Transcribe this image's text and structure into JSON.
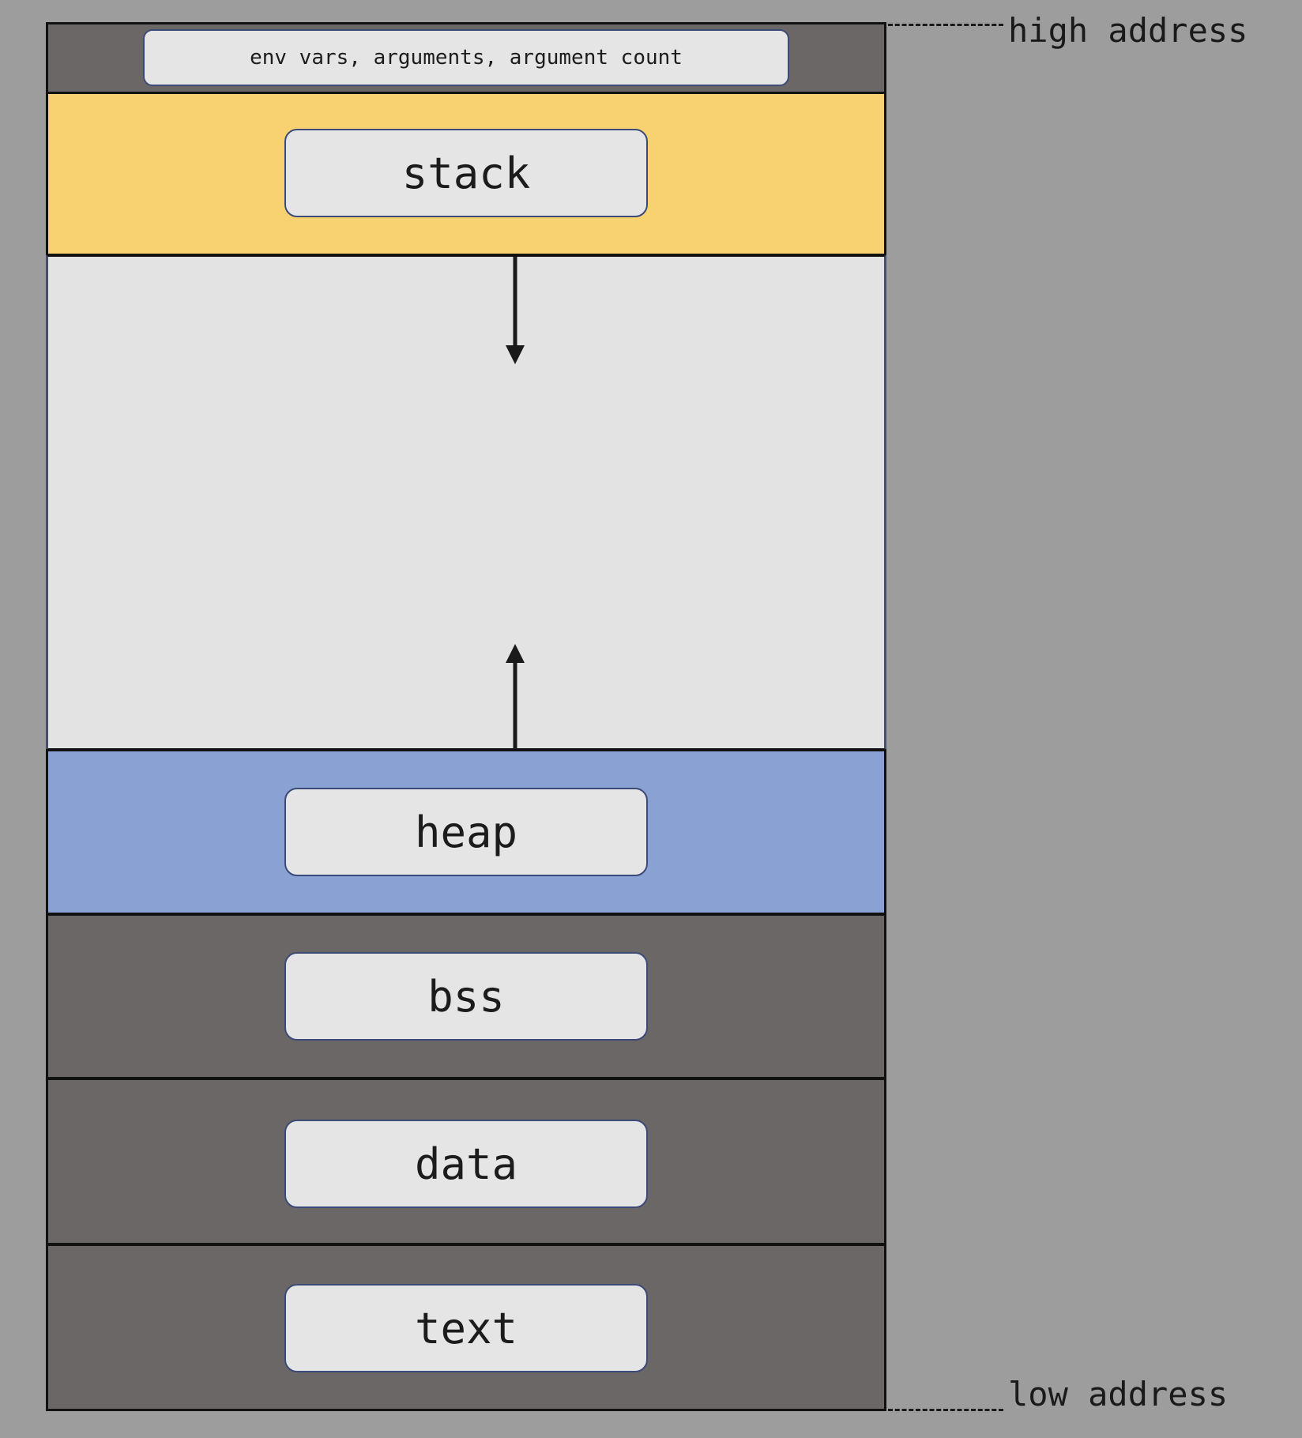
{
  "segments": {
    "env": "env vars, arguments, argument count",
    "stack": "stack",
    "heap": "heap",
    "bss": "bss",
    "data": "data",
    "text": "text"
  },
  "addresses": {
    "high": "high address",
    "low": "low address"
  },
  "colors": {
    "background": "#9d9d9d",
    "stack": "#f8d271",
    "free_space": "#e3e3e3",
    "heap": "#8aa2d3",
    "static_segments": "#6b6767",
    "label_box": "#e5e5e6"
  }
}
